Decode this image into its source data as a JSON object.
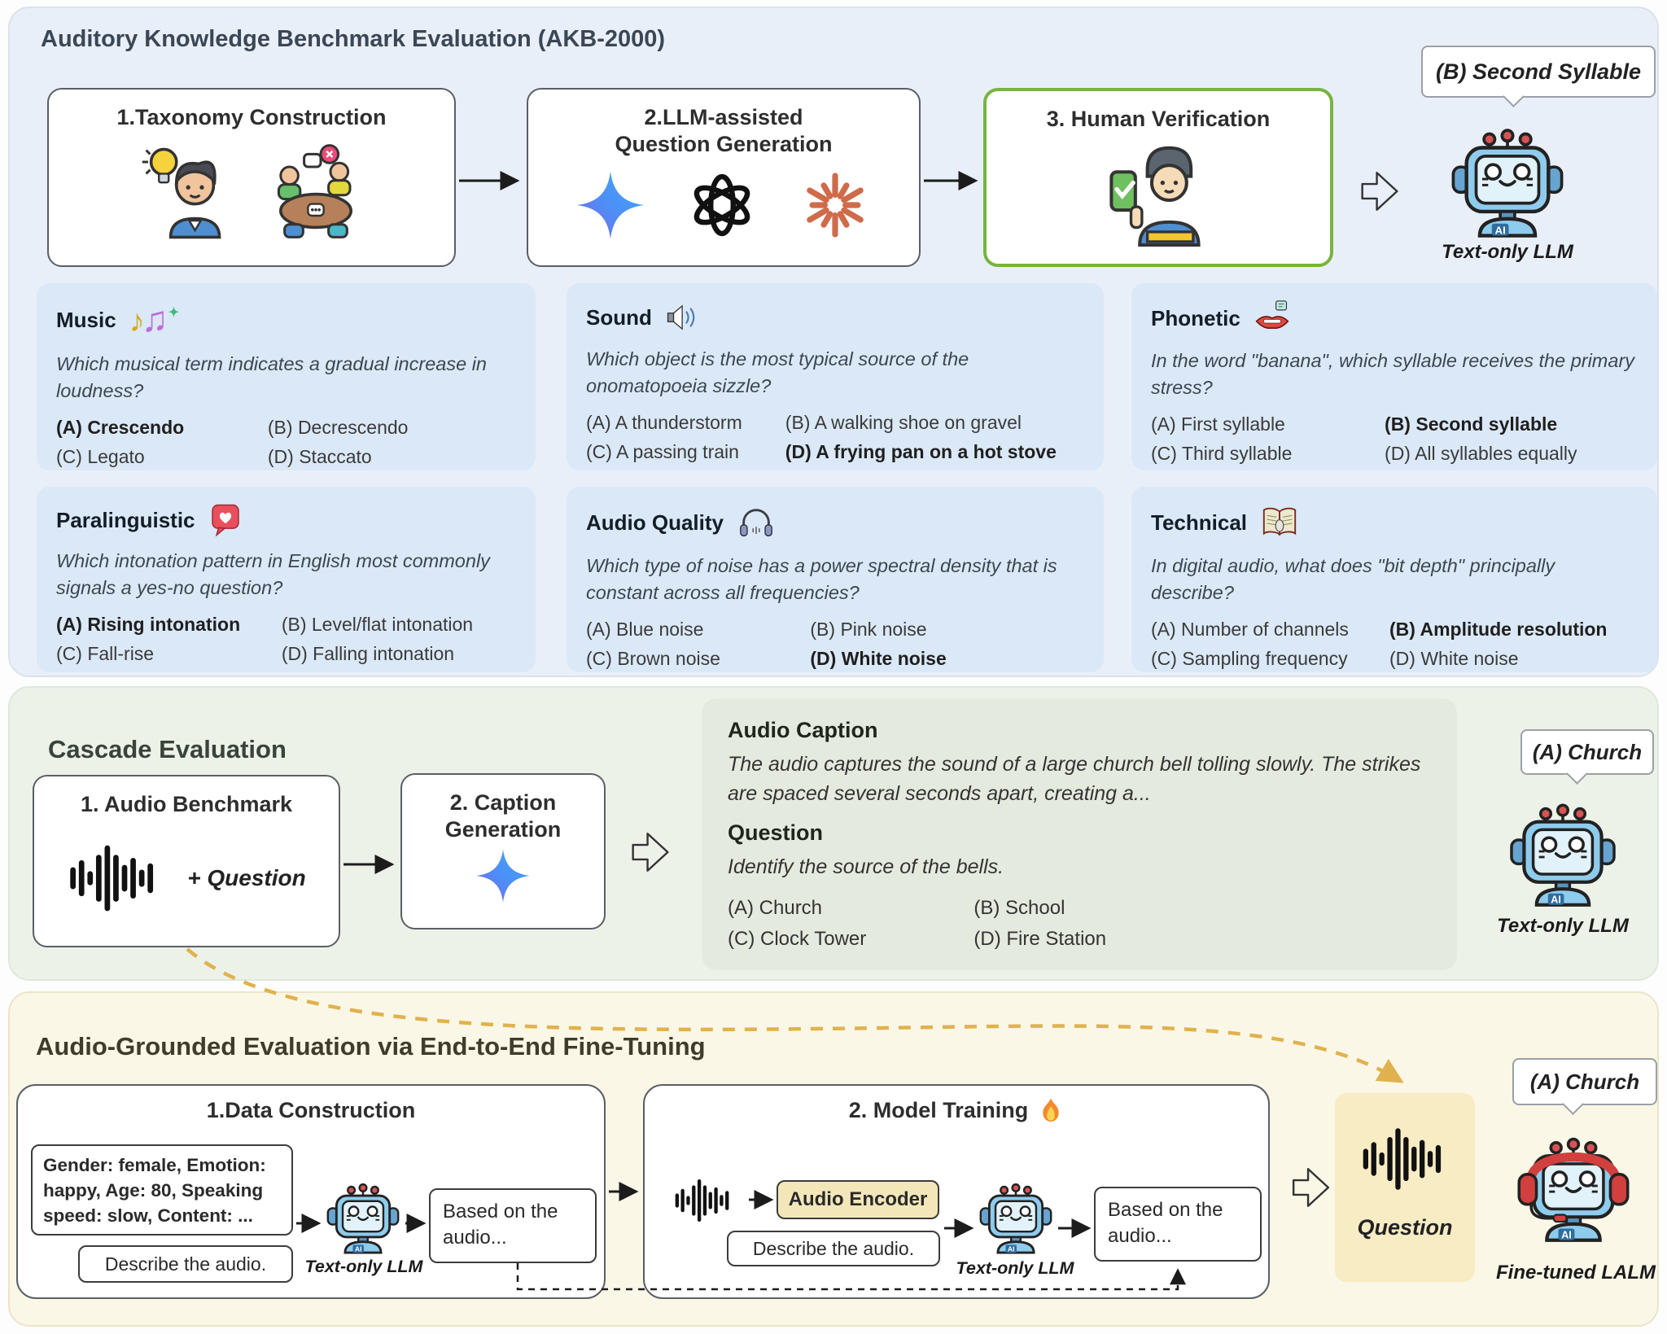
{
  "colors": {
    "section_top_bg": "#e9eff8",
    "section_cascade_bg": "#edf2e9",
    "section_finetune_bg": "#fbf7e7",
    "card_bg": "#dbe8f7",
    "caption_panel_bg": "#e4ebde",
    "verified_border_green": "#78b43e",
    "yellow_box_bg": "#f3e7ba",
    "dashed_flow_arrow": "#e0b24e"
  },
  "akb": {
    "title": "Auditory Knowledge Benchmark Evaluation (AKB-2000)",
    "step1_title": "1.Taxonomy Construction",
    "step2_title_l1": "2.LLM-assisted",
    "step2_title_l2": "Question Generation",
    "step3_title": "3. Human Verification",
    "result_bubble": "(B) Second Syllable",
    "llm_label": "Text-only LLM",
    "cards": [
      {
        "title": "Music",
        "icon": "music-notes-icon",
        "question": "Which musical term indicates a gradual increase in loudness?",
        "options": [
          {
            "text": "(A) Crescendo",
            "bold": true
          },
          {
            "text": "(B) Decrescendo",
            "bold": false
          },
          {
            "text": "(C) Legato",
            "bold": false
          },
          {
            "text": "(D) Staccato",
            "bold": false
          }
        ]
      },
      {
        "title": "Sound",
        "icon": "speaker-icon",
        "question": "Which object is the most typical source of the onomatopoeia sizzle?",
        "options": [
          {
            "text": "(A) A thunderstorm",
            "bold": false
          },
          {
            "text": "(B) A walking shoe on gravel",
            "bold": false
          },
          {
            "text": "(C) A passing train",
            "bold": false
          },
          {
            "text": "(D) A frying pan on a hot stove",
            "bold": true
          }
        ]
      },
      {
        "title": "Phonetic",
        "icon": "lips-icon",
        "question": "In the word \"banana\", which syllable receives the primary stress?",
        "options": [
          {
            "text": "(A) First syllable",
            "bold": false
          },
          {
            "text": "(B) Second syllable",
            "bold": true
          },
          {
            "text": "(C) Third syllable",
            "bold": false
          },
          {
            "text": "(D) All syllables equally",
            "bold": false
          }
        ]
      },
      {
        "title": "Paralinguistic",
        "icon": "heart-bubble-icon",
        "question": "Which intonation pattern in English most commonly signals a yes-no question?",
        "options": [
          {
            "text": "(A) Rising intonation",
            "bold": true
          },
          {
            "text": "(B) Level/flat intonation",
            "bold": false
          },
          {
            "text": "(C) Fall-rise",
            "bold": false
          },
          {
            "text": "(D) Falling intonation",
            "bold": false
          }
        ]
      },
      {
        "title": "Audio Quality",
        "icon": "headphones-icon",
        "question": "Which type of noise has a power spectral density that is constant across all frequencies?",
        "options": [
          {
            "text": "(A) Blue noise",
            "bold": false
          },
          {
            "text": "(B) Pink noise",
            "bold": false
          },
          {
            "text": "(C) Brown noise",
            "bold": false
          },
          {
            "text": "(D) White noise",
            "bold": true
          }
        ]
      },
      {
        "title": "Technical",
        "icon": "open-book-icon",
        "question": "In digital audio, what does \"bit depth\" principally describe?",
        "options": [
          {
            "text": "(A) Number of channels",
            "bold": false
          },
          {
            "text": "(B) Amplitude resolution",
            "bold": true
          },
          {
            "text": "(C) Sampling frequency",
            "bold": false
          },
          {
            "text": "(D) White noise",
            "bold": false
          }
        ]
      }
    ]
  },
  "cascade": {
    "title": "Cascade Evaluation",
    "step1_title": "1. Audio Benchmark",
    "plus_question": "+ Question",
    "step2_title_l1": "2. Caption",
    "step2_title_l2": "Generation",
    "caption_heading": "Audio Caption",
    "caption_text": "The audio captures the sound of a large church bell tolling slowly. The strikes are spaced several seconds apart, creating a...",
    "question_heading": "Question",
    "question_text": "Identify the source of the bells.",
    "options": [
      {
        "text": "(A) Church"
      },
      {
        "text": "(B) School"
      },
      {
        "text": "(C) Clock Tower"
      },
      {
        "text": "(D) Fire Station"
      }
    ],
    "result_bubble": "(A) Church",
    "llm_label": "Text-only LLM"
  },
  "finetune": {
    "title": "Audio-Grounded Evaluation via End-to-End Fine-Tuning",
    "data_construction": {
      "title": "1.Data Construction",
      "metadata": "Gender: female, Emotion: happy, Age: 80, Speaking speed: slow, Content: ...",
      "prompt": "Describe the audio.",
      "output": "Based on the audio...",
      "llm_label": "Text-only LLM"
    },
    "model_training": {
      "title": "2. Model Training",
      "audio_encoder": "Audio Encoder",
      "prompt": "Describe the audio.",
      "output": "Based on the audio...",
      "llm_label": "Text-only LLM"
    },
    "question_label": "Question",
    "result_bubble": "(A) Church",
    "lalm_label": "Fine-tuned LALM"
  }
}
